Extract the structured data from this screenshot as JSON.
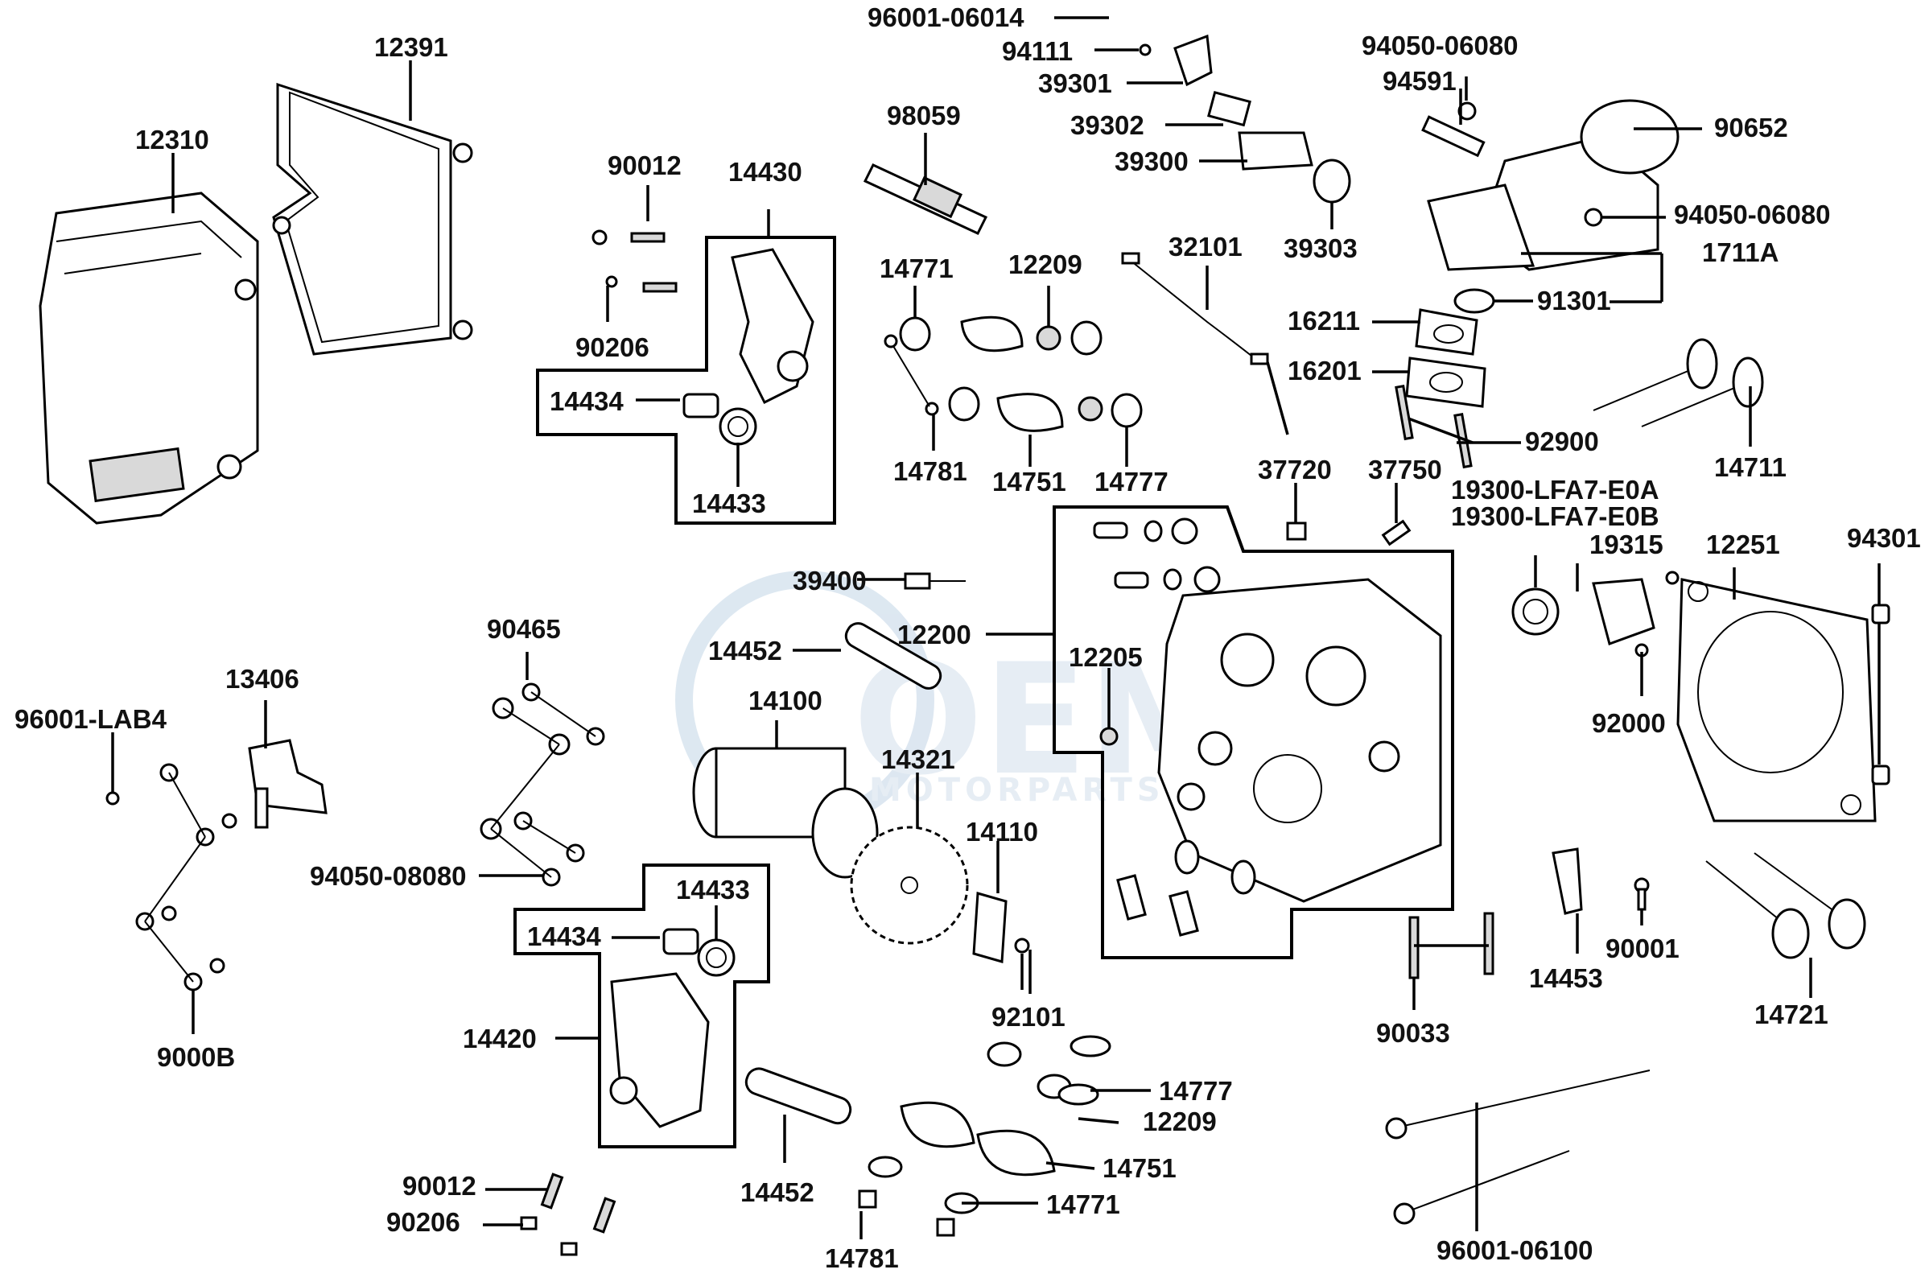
{
  "watermark": {
    "main": "OEM",
    "sub": "MOTORPARTS"
  },
  "labels": {
    "p96001_06014": "96001-06014",
    "p94111": "94111",
    "p39301": "39301",
    "p39302": "39302",
    "p39300": "39300",
    "p39303": "39303",
    "p94050_06080_a": "94050-06080",
    "p94591": "94591",
    "p90652": "90652",
    "p94050_06080_b": "94050-06080",
    "p1711A": "1711A",
    "p91301": "91301",
    "p16211": "16211",
    "p16201": "16201",
    "p92900": "92900",
    "p14711": "14711",
    "p12391": "12391",
    "p12310": "12310",
    "p98059": "98059",
    "p90012_a": "90012",
    "p14430": "14430",
    "p90206_a": "90206",
    "p14434_a": "14434",
    "p14433_a": "14433",
    "p14771_a": "14771",
    "p12209_a": "12209",
    "p32101": "32101",
    "p14781_a": "14781",
    "p14751_a": "14751",
    "p14777_a": "14777",
    "p37720": "37720",
    "p37750": "37750",
    "p19300_a": "19300-LFA7-E0A",
    "p19300_b": "19300-LFA7-E0B",
    "p19315": "19315",
    "p12251": "12251",
    "p94301": "94301",
    "p39400": "39400",
    "p14452_a": "14452",
    "p12200": "12200",
    "p12205": "12205",
    "p14100": "14100",
    "p14321": "14321",
    "p92000": "92000",
    "p90465": "90465",
    "p13406": "13406",
    "p96001_LAB4": "96001-LAB4",
    "p94050_08080": "94050-08080",
    "p9000B": "9000B",
    "p14110": "14110",
    "p14433_b": "14433",
    "p14434_b": "14434",
    "p14420": "14420",
    "p92101": "92101",
    "p14453": "14453",
    "p90001": "90001",
    "p14721": "14721",
    "p90033": "90033",
    "p14777_b": "14777",
    "p12209_b": "12209",
    "p14751_b": "14751",
    "p14771_b": "14771",
    "p90012_b": "90012",
    "p90206_b": "90206",
    "p14452_b": "14452",
    "p14781_b": "14781",
    "p96001_06100": "96001-06100"
  },
  "colors": {
    "ink": "#000000",
    "part_fill": "#d9d9d9",
    "watermark": "#b8cde0"
  }
}
